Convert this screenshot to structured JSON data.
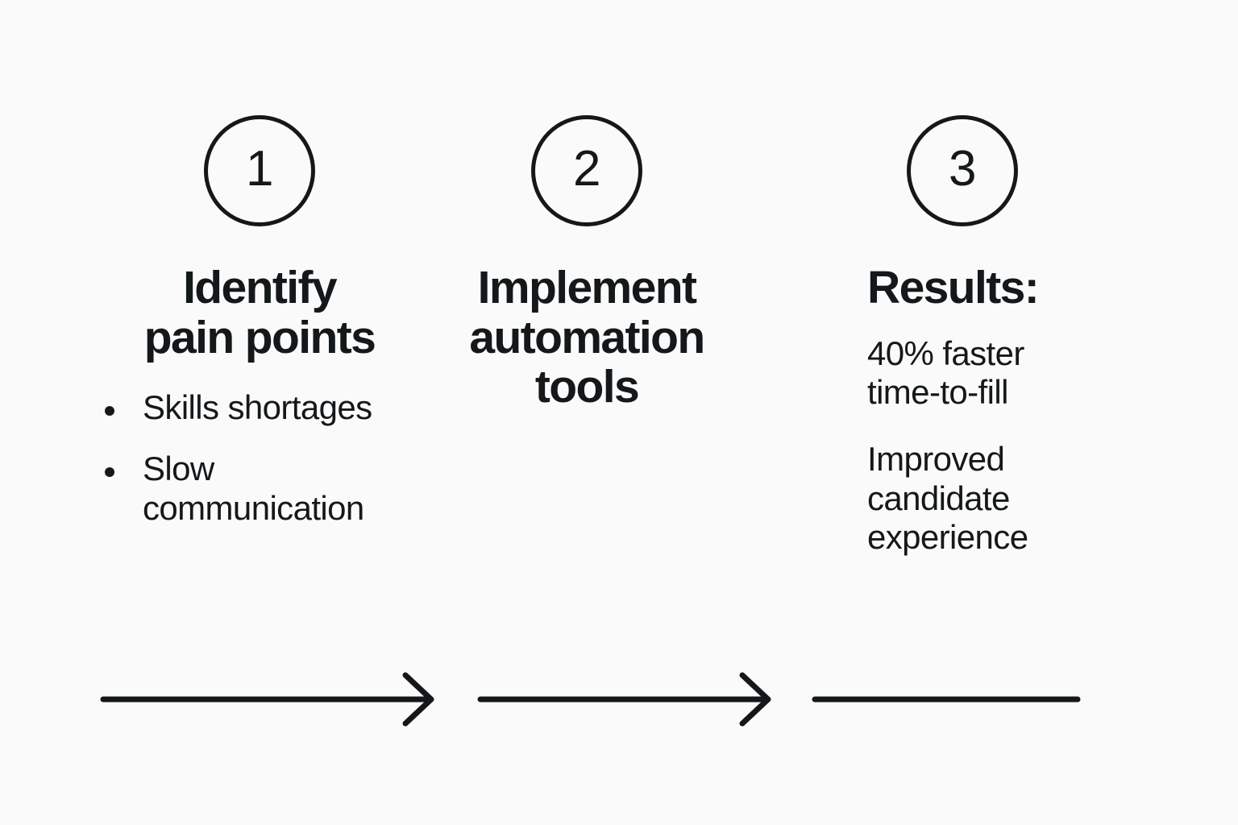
{
  "background_color": "#fafafa",
  "ink_color": "#15181a",
  "diagram": {
    "type": "process-flow",
    "orientation": "horizontal",
    "steps": [
      {
        "number": "1",
        "title": "Identify\npain points",
        "bullets": [
          "Skills shortages",
          "Slow communication"
        ],
        "paragraphs": []
      },
      {
        "number": "2",
        "title": "Implement\nautomation\ntools",
        "bullets": [],
        "paragraphs": []
      },
      {
        "number": "3",
        "title": "Results:",
        "bullets": [],
        "paragraphs": [
          "40% faster\ntime-to-fill",
          "Improved\ncandidate\nexperience"
        ]
      }
    ],
    "connectors": [
      {
        "kind": "arrow",
        "has_head": true
      },
      {
        "kind": "arrow",
        "has_head": true
      },
      {
        "kind": "line",
        "has_head": false
      }
    ]
  }
}
